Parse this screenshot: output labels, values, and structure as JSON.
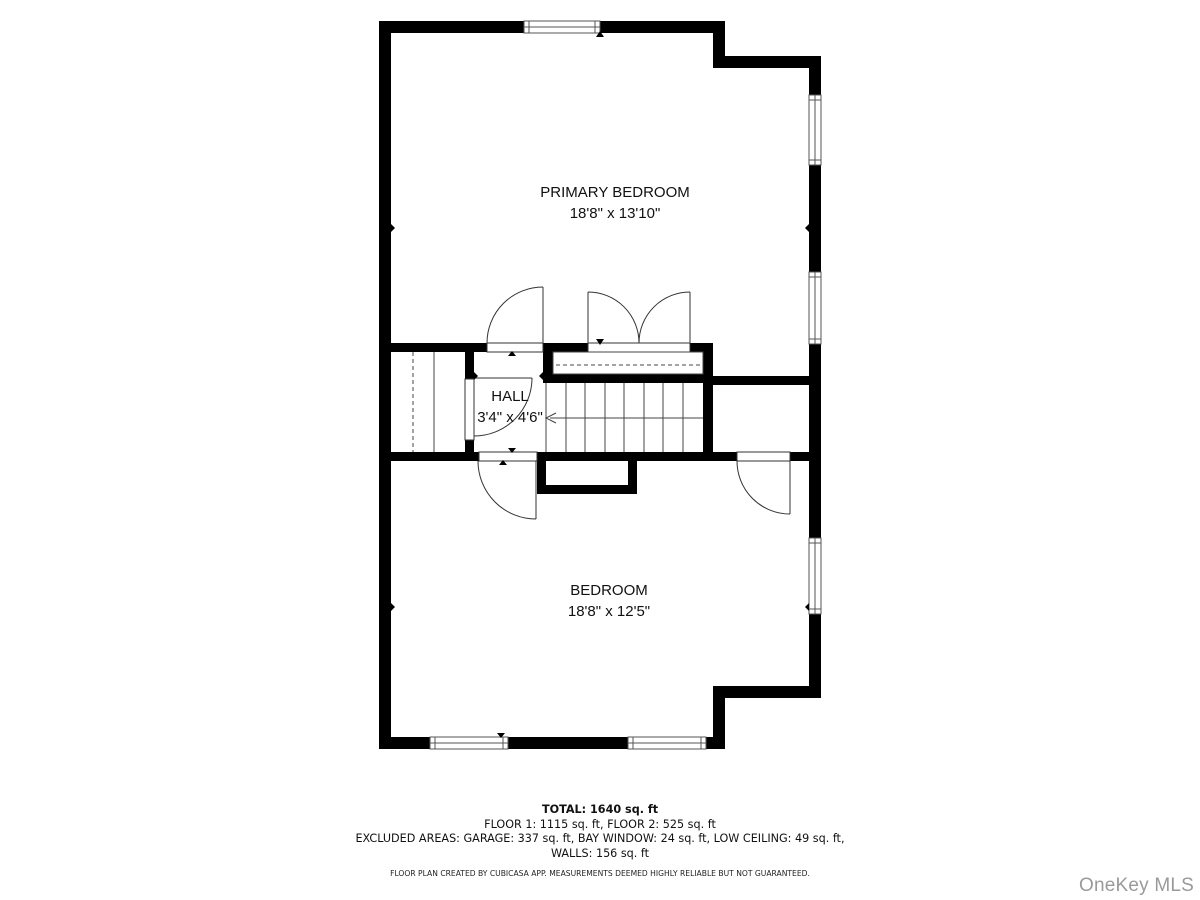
{
  "floor_plan": {
    "rooms": [
      {
        "name": "PRIMARY BEDROOM",
        "dimensions": "18'8\" x 13'10\""
      },
      {
        "name": "HALL",
        "dimensions": "3'4\" x 4'6\""
      },
      {
        "name": "BEDROOM",
        "dimensions": "18'8\" x 12'5\""
      }
    ],
    "summary": {
      "total": "TOTAL: 1640 sq. ft",
      "floors": "FLOOR 1: 1115 sq. ft, FLOOR 2: 525 sq. ft",
      "excluded": "EXCLUDED AREAS: GARAGE: 337 sq. ft, BAY WINDOW: 24 sq. ft, LOW CEILING: 49 sq. ft,",
      "walls": "WALLS: 156 sq. ft"
    },
    "disclaimer": "FLOOR PLAN CREATED BY CUBICASA APP. MEASUREMENTS DEEMED HIGHLY RELIABLE BUT NOT GUARANTEED.",
    "watermark": "OneKey MLS",
    "colors": {
      "wall": "#000000",
      "line": "#333333",
      "background": "#ffffff",
      "watermark": "#9a9a9a"
    }
  }
}
